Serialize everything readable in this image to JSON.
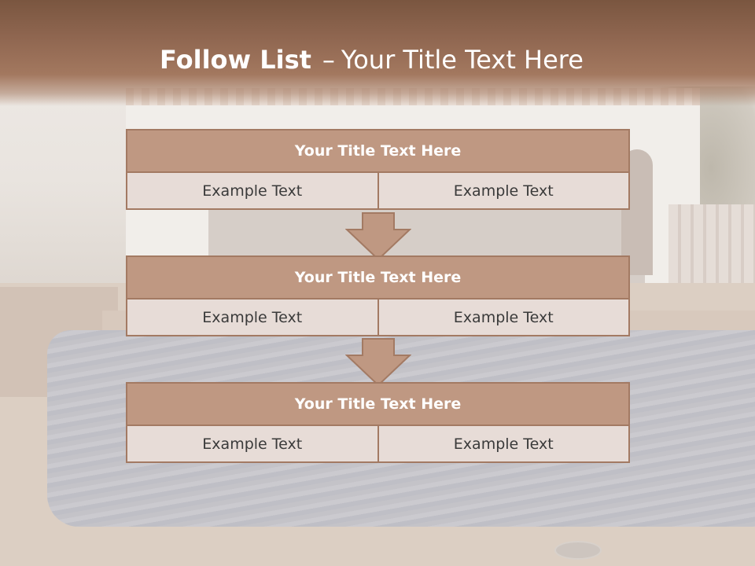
{
  "header": {
    "title_strong": "Follow List",
    "title_dash": "–",
    "title_rest": "Your Title Text Here"
  },
  "blocks": [
    {
      "title": "Your Title Text Here",
      "left": "Example Text",
      "right": "Example Text"
    },
    {
      "title": "Your Title Text Here",
      "left": "Example Text",
      "right": "Example Text"
    },
    {
      "title": "Your Title Text Here",
      "left": "Example Text",
      "right": "Example Text"
    }
  ],
  "colors": {
    "header_brown": "#8f6650",
    "box_title_fill": "#bf9882",
    "box_border": "#a37a63",
    "cell_fill": "#e7dcd7"
  }
}
